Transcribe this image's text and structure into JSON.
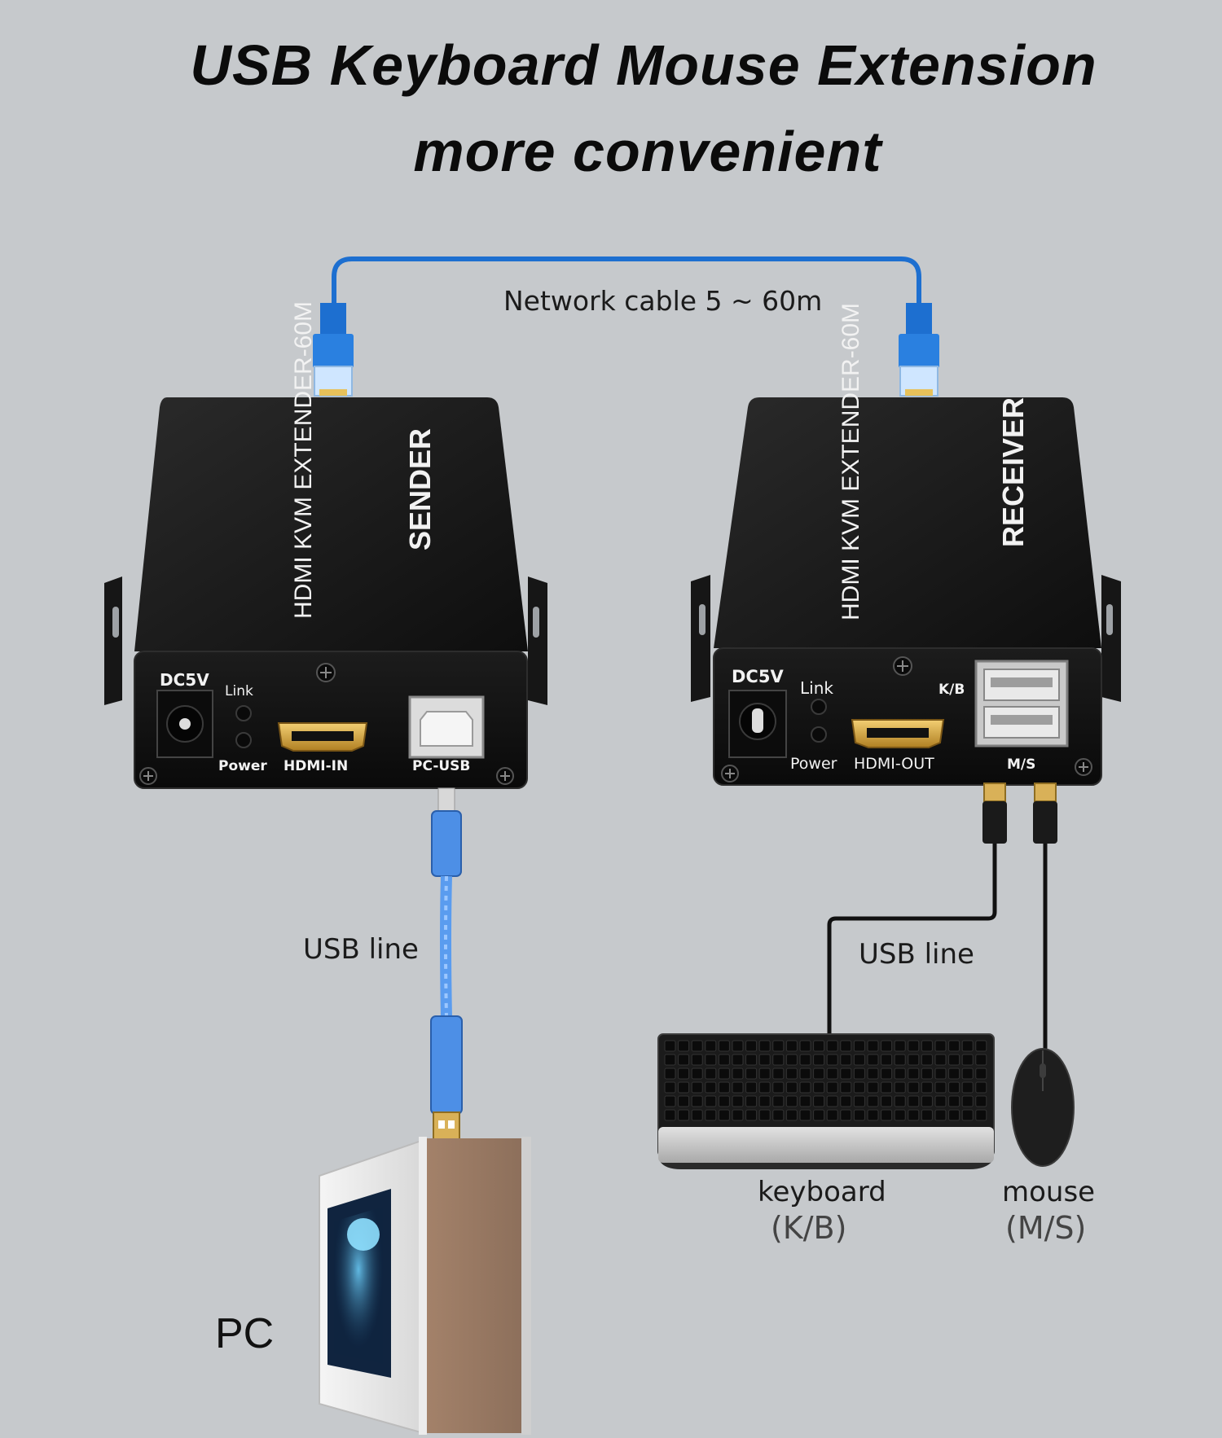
{
  "title": {
    "line1": "USB Keyboard Mouse Extension",
    "line2": "more convenient"
  },
  "labels": {
    "network_cable": "Network cable 5 ~ 60m",
    "usb_line_left": "USB line",
    "usb_line_right": "USB line",
    "keyboard": "keyboard",
    "keyboard_abbr": "(K/B)",
    "mouse": "mouse",
    "mouse_abbr": "(M/S)",
    "pc": "PC"
  },
  "sender": {
    "model": "HDMI KVM EXTENDER-60M",
    "role": "SENDER",
    "port_dc": "DC5V",
    "led_link": "Link",
    "led_power": "Power",
    "port_hdmi": "HDMI-IN",
    "port_usb": "PC-USB"
  },
  "receiver": {
    "model": "HDMI KVM EXTENDER-60M",
    "role": "RECEIVER",
    "port_dc": "DC5V",
    "led_link": "Link",
    "led_power": "Power",
    "port_hdmi": "HDMI-OUT",
    "port_kb": "K/B",
    "port_ms": "M/S"
  },
  "colors": {
    "background": "#c6c9cc",
    "cable_blue": "#1d6fd0",
    "device_black": "#141414",
    "gold": "#d9a53a"
  }
}
